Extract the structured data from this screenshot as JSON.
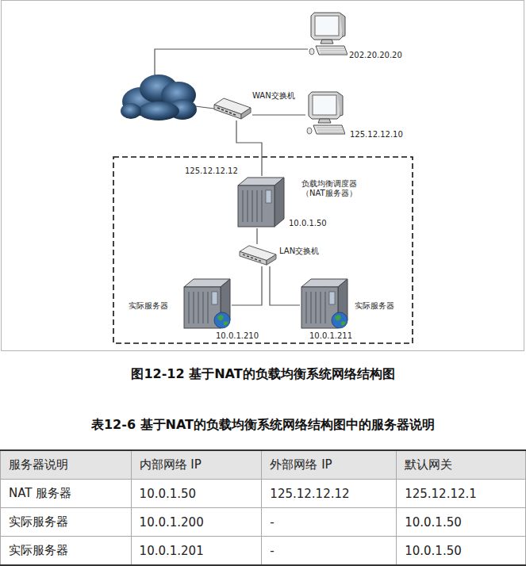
{
  "diagram": {
    "caption": "图12-12 基于NAT的负载均衡系统网络结构图",
    "nodes": [
      {
        "text": [
          "202.20.20.20"
        ]
      },
      {
        "text": [
          "WAN交换机"
        ]
      },
      {
        "text": [
          "125.12.12.10"
        ]
      },
      {
        "text": [
          "125.12.12.12",
          "负载均衡调度器 （NAT服务器）",
          "10.0.1.50"
        ]
      },
      {
        "text": [
          "LAN交换机"
        ]
      },
      {
        "text": [
          "实际服务器",
          "10.0.1.210"
        ]
      },
      {
        "text": [
          "实际服务器",
          "10.0.1.211"
        ]
      }
    ],
    "edges": [
      {
        "from": 1,
        "to": 2,
        "arrow": "none"
      },
      {
        "from": 1,
        "to": 3,
        "arrow": "none"
      },
      {
        "from": 3,
        "to": 4,
        "arrow": "none"
      },
      {
        "from": 4,
        "to": 5,
        "arrow": "none"
      },
      {
        "from": 4,
        "to": 6,
        "arrow": "none"
      }
    ],
    "labels": [
      "表12-6 基于NAT的负载均衡系统网络结构图中的服务器说明",
      "服务器说明",
      "内部网络 IP",
      "外部网络 IP",
      "默认网关",
      "NAT 服务器",
      "10.0.1.50",
      "125.12.12.12",
      "125.12.12.1",
      "实际服务器",
      "10.0.1.200",
      "-",
      "10.0.1.50",
      "实际服务器",
      "10.0.1.201",
      "-",
      "10.0.1.50"
    ]
  }
}
